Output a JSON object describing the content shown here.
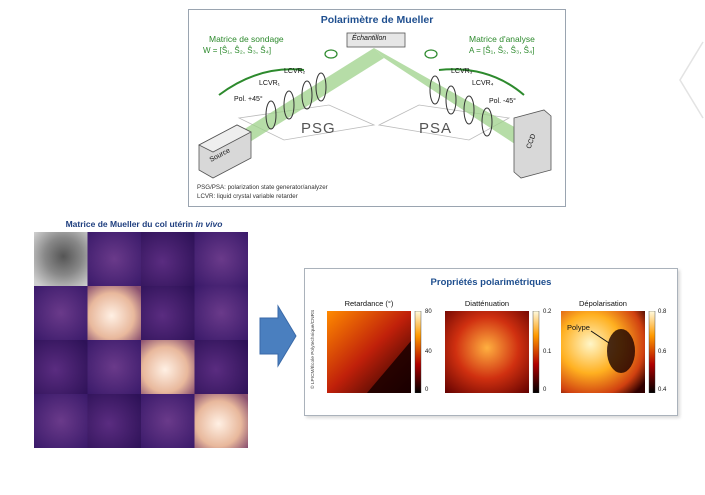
{
  "setup": {
    "title": "Polarimètre de Mueller",
    "left_label": "Matrice de sondage",
    "left_formula": "W = [Ŝ₁, Ŝ₂, Ŝ₃, Ŝ₄]",
    "right_label": "Matrice d'analyse",
    "right_formula": "A = [Ŝ₁, Ŝ₂, Ŝ₃, Ŝ₄]",
    "sample": "Échantillon",
    "source": "Source",
    "ccd": "CCD",
    "pol_left": "Pol. +45°",
    "pol_right": "Pol. -45°",
    "lcvr1": "LCVR₁",
    "lcvr2": "LCVR₂",
    "lcvr3": "LCVR₃",
    "lcvr4": "LCVR₄",
    "psg": "PSG",
    "psa": "PSA",
    "note1": "PSG/PSA: polarization state generator/analyzer",
    "note2": "LCVR: liquid crystal variable retarder"
  },
  "mueller": {
    "title_main": "Matrice de Mueller du col utérin ",
    "title_italic": "in vivo"
  },
  "properties": {
    "title": "Propriétés polarimétriques",
    "copyright": "© LPICM/École Polytechnique/CNRS",
    "maps": [
      {
        "label": "Retardance (°)",
        "ticks": [
          "80",
          "40",
          "0"
        ]
      },
      {
        "label": "Diatténuation",
        "ticks": [
          "0.2",
          "0.1",
          "0"
        ]
      },
      {
        "label": "Dépolarisation",
        "ticks": [
          "0.8",
          "0.6",
          "0.4"
        ],
        "annotation": "Polype"
      }
    ]
  }
}
